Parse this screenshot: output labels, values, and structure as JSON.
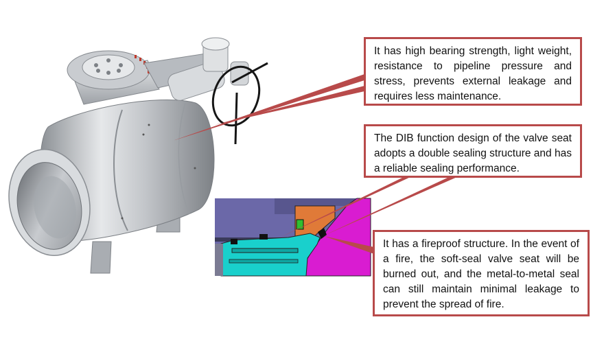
{
  "callouts": {
    "bearing_strength": "It has high bearing strength, light weight, resistance to pipeline pressure and stress, prevents external leakage and requires less maintenance.",
    "dib_seat": "The DIB function design of the valve seat adopts a double sealing structure and has a reliable sealing performance.",
    "fireproof": "It has a fireproof structure. In the event of a fire, the soft-seal valve seat will be burned out, and the metal-to-metal seal can still maintain minimal leakage to prevent the spread of fire."
  },
  "colors": {
    "callout_border": "#b84a4a",
    "leader_line": "#b84a4a",
    "valve_metal": "#b9bdc2",
    "section_background": "#6b68a8",
    "section_seat": "#19d0cc",
    "section_body": "#d91cd1",
    "section_ring": "#e07a38",
    "section_seal": "#2fbf2f"
  }
}
